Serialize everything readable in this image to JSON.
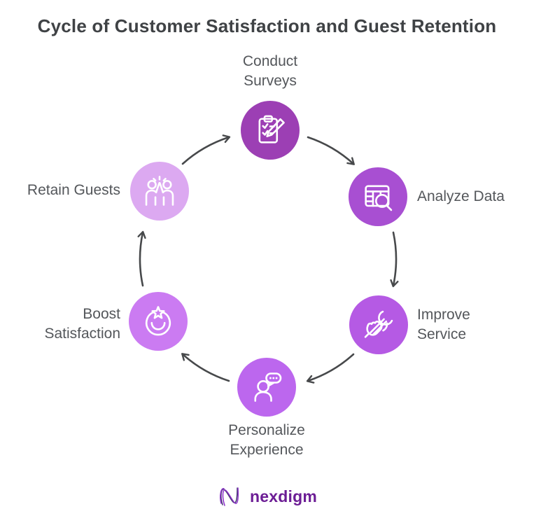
{
  "title": "Cycle of Customer Satisfaction and Guest Retention",
  "nodes": [
    {
      "id": "conduct-surveys",
      "label_line1": "Conduct",
      "label_line2": "Surveys",
      "color": "#9C3FB4",
      "icon": "clipboard-pencil-icon"
    },
    {
      "id": "analyze-data",
      "label_line1": "Analyze Data",
      "label_line2": "",
      "color": "#A84FD2",
      "icon": "table-search-icon"
    },
    {
      "id": "improve-service",
      "label_line1": "Improve",
      "label_line2": "Service",
      "color": "#B55AE4",
      "icon": "hand-wrench-icon"
    },
    {
      "id": "personalize-experience",
      "label_line1": "Personalize",
      "label_line2": "Experience",
      "color": "#BC67EE",
      "icon": "person-chat-icon"
    },
    {
      "id": "boost-satisfaction",
      "label_line1": "Boost",
      "label_line2": "Satisfaction",
      "color": "#CB7BF2",
      "icon": "star-badge-icon"
    },
    {
      "id": "retain-guests",
      "label_line1": "Retain Guests",
      "label_line2": "",
      "color": "#DCA9F1",
      "icon": "high-five-icon"
    }
  ],
  "cycle_order": [
    "Conduct Surveys",
    "Analyze Data",
    "Improve Service",
    "Personalize Experience",
    "Boost Satisfaction",
    "Retain Guests"
  ],
  "logo": {
    "text": "nexdigm",
    "icon": "nexdigm-wave-icon",
    "color": "#6C1D95"
  },
  "colors": {
    "background": "#FFFFFF",
    "title": "#3F4245",
    "label": "#54575B",
    "arrow": "#47494B",
    "icon_stroke": "#FFFFFF"
  }
}
